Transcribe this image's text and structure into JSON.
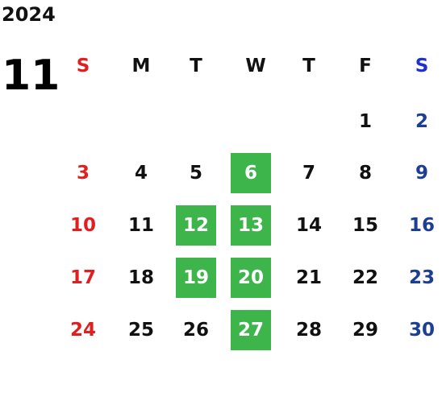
{
  "year": "2024",
  "month": "11",
  "weekdays": [
    "S",
    "M",
    "T",
    "W",
    "T",
    "F",
    "S"
  ],
  "weeks": [
    [
      "",
      "",
      "",
      "",
      "",
      "1",
      "2"
    ],
    [
      "3",
      "4",
      "5",
      "6",
      "7",
      "8",
      "9"
    ],
    [
      "10",
      "11",
      "12",
      "13",
      "14",
      "15",
      "16"
    ],
    [
      "17",
      "18",
      "19",
      "20",
      "21",
      "22",
      "23"
    ],
    [
      "24",
      "25",
      "26",
      "27",
      "28",
      "29",
      "30"
    ]
  ],
  "highlighted_days": [
    "6",
    "12",
    "13",
    "19",
    "20",
    "27"
  ],
  "colors": {
    "sunday": "#e02020",
    "saturday": "#1c3f94",
    "highlight": "#3db54a",
    "text": "#111111"
  }
}
